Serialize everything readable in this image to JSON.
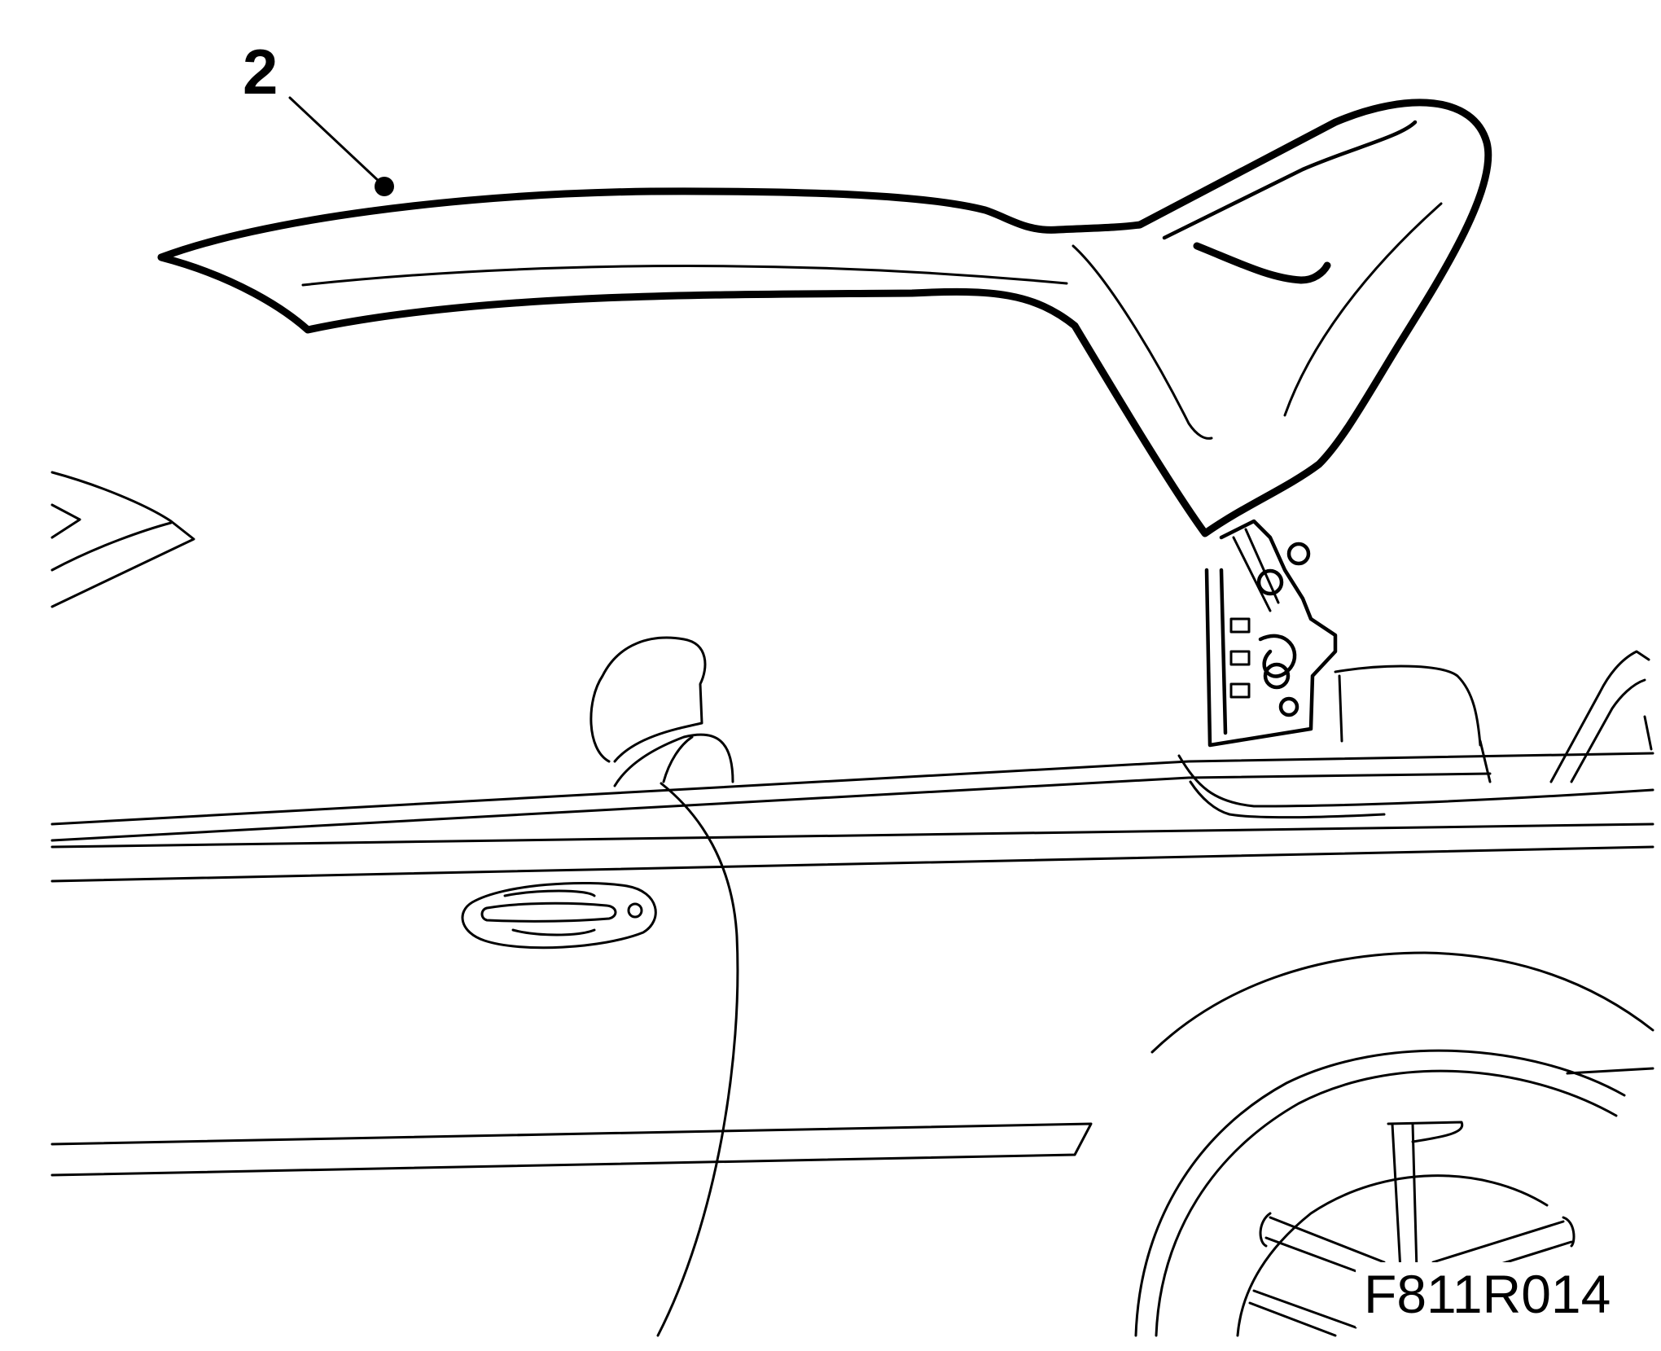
{
  "diagram": {
    "callouts": [
      {
        "label": "2",
        "target": "tonneau-cover-panel"
      }
    ],
    "figure_code": "F811R014"
  }
}
